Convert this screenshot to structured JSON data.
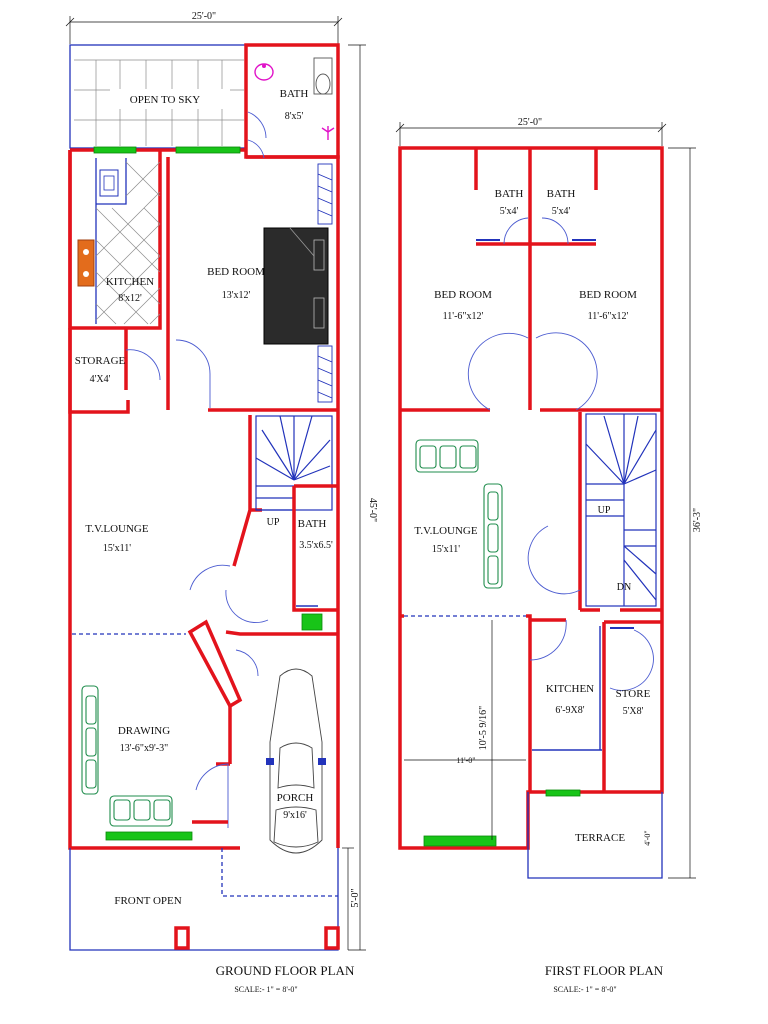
{
  "ground_floor": {
    "title": "GROUND FLOOR PLAN",
    "scale": "SCALE:- 1\" = 8'-0\"",
    "width_dim": "25'-0\"",
    "depth_dim": "45'-0\"",
    "front_dim": "5'-0\"",
    "rooms": {
      "open_to_sky": "OPEN TO SKY",
      "bath_top": {
        "name": "BATH",
        "size": "8'x5'"
      },
      "kitchen": {
        "name": "KITCHEN",
        "size": "8'x12'"
      },
      "bedroom": {
        "name": "BED ROOM",
        "size": "13'x12'"
      },
      "storage": {
        "name": "STORAGE",
        "size": "4'X4'"
      },
      "tv_lounge": {
        "name": "T.V.LOUNGE",
        "size": "15'x11'"
      },
      "bath_mid": {
        "name": "BATH",
        "size": "3.5'x6.5'"
      },
      "up": "UP",
      "drawing": {
        "name": "DRAWING",
        "size": "13'-6\"x9'-3\""
      },
      "porch": {
        "name": "PORCH",
        "size": "9'x16'"
      },
      "front_open": "FRONT OPEN"
    }
  },
  "first_floor": {
    "title": "FIRST FLOOR PLAN",
    "scale": "SCALE:- 1\" = 8'-0\"",
    "width_dim": "25'-0\"",
    "depth_dim": "36'-3\"",
    "terrace_dim": "4'-0\"",
    "rooms": {
      "bath_left": {
        "name": "BATH",
        "size": "5'x4'"
      },
      "bath_right": {
        "name": "BATH",
        "size": "5'x4'"
      },
      "bedroom_left": {
        "name": "BED ROOM",
        "size": "11'-6\"x12'"
      },
      "bedroom_right": {
        "name": "BED ROOM",
        "size": "11'-6\"x12'"
      },
      "tv_lounge": {
        "name": "T.V.LOUNGE",
        "size": "15'x11'"
      },
      "up": "UP",
      "dn": "DN",
      "kitchen": {
        "name": "KITCHEN",
        "size": "6'-9X8'"
      },
      "store": {
        "name": "STORE",
        "size": "5'X8'"
      },
      "terrace": "TERRACE",
      "void_width": "11'-0\"",
      "void_depth": "10'-5 9/16\""
    }
  },
  "colors": {
    "wall": "#e3131c",
    "fixture": "#2233bb",
    "window": "#18c418",
    "sofa": "#1f8c4c",
    "sanitary": "#e012c8"
  }
}
